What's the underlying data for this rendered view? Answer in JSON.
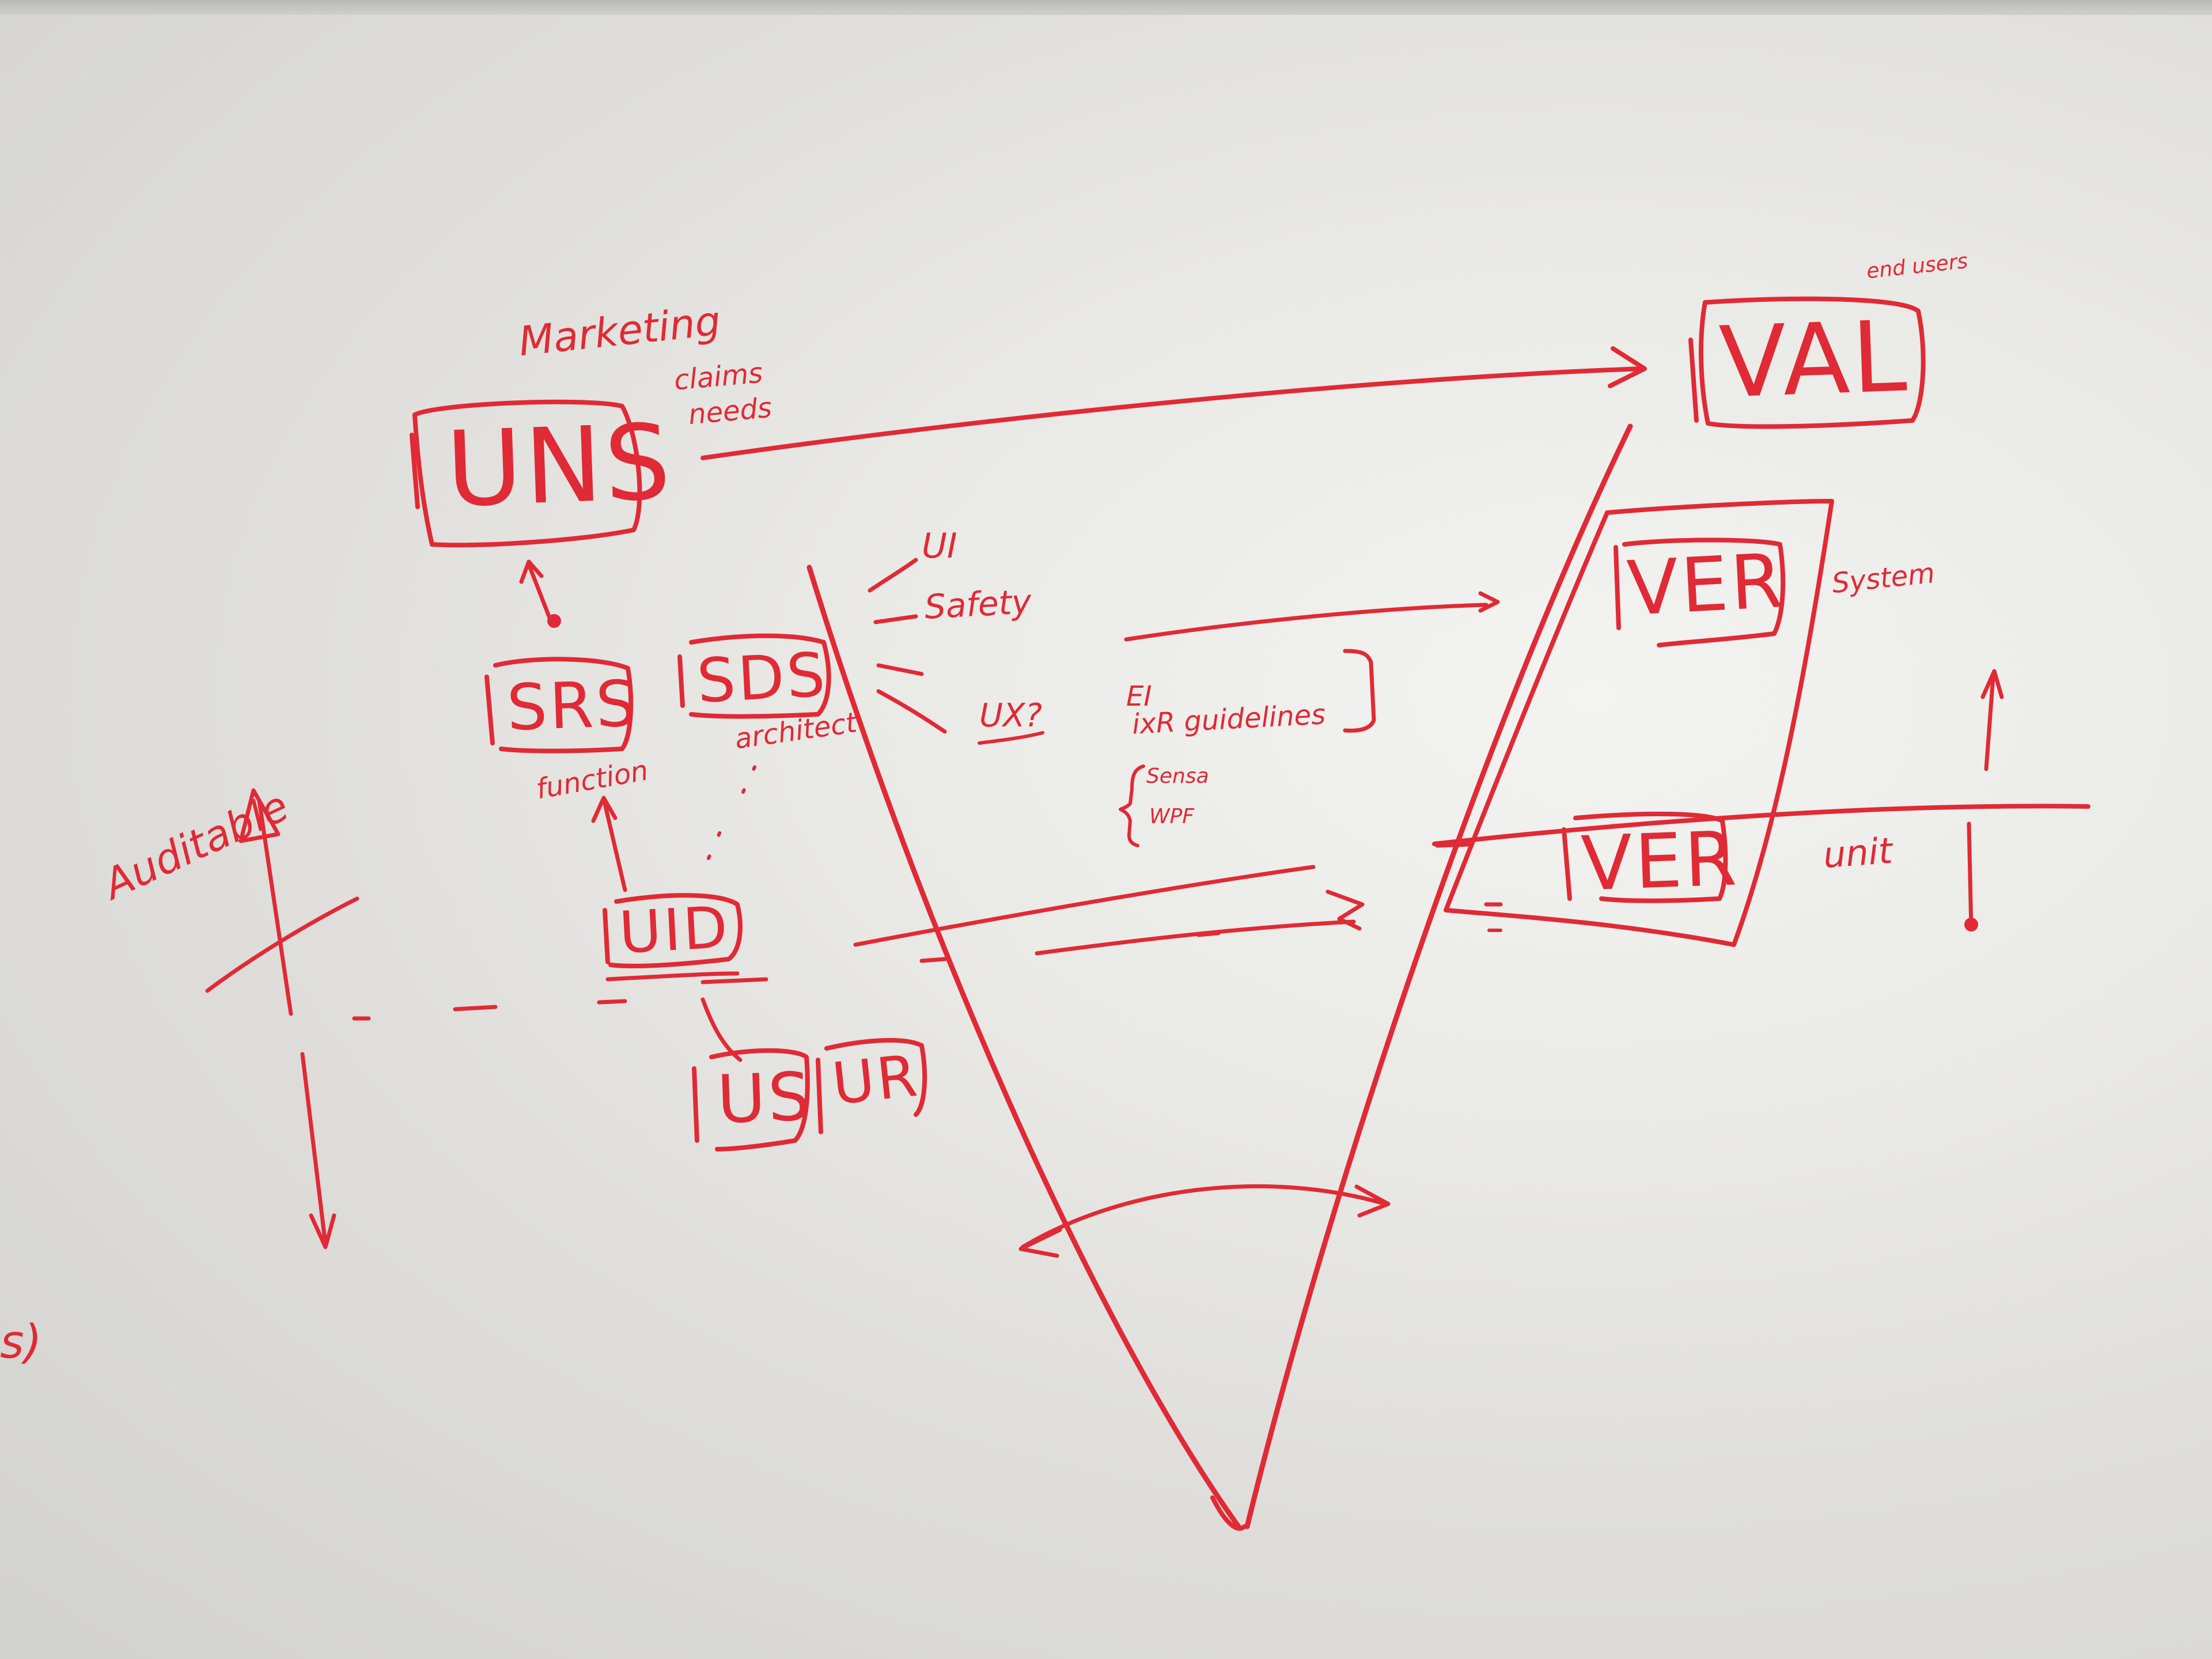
{
  "boxes": {
    "uns": "UNS",
    "val": "VAL",
    "ver_system": "VER",
    "ver_unit": "VER",
    "srs": "SRS",
    "sds": "SDS",
    "uid": "UID",
    "us": "US",
    "ur": "UR"
  },
  "notes": {
    "marketing": "Marketing",
    "claims": "claims",
    "needs": "needs",
    "end_users": "end users",
    "ui": "UI",
    "safety": "Safety",
    "ux": "UX?",
    "ei": "EI",
    "ixr_guidelines": "ixR guidelines",
    "sensa": "Sensa",
    "wpf": "WPF",
    "architect": "architect",
    "function": "function",
    "system": "System",
    "unit": "unit",
    "auditable": "Auditable",
    "edge_fragment": "s)"
  },
  "colors": {
    "ink": "#e02a35",
    "board": "#eaeae7"
  }
}
